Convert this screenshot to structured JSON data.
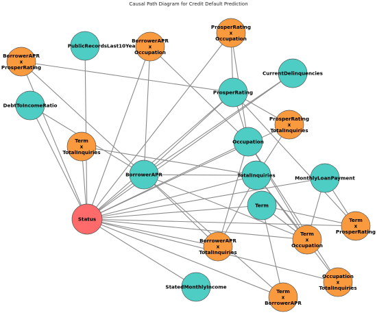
{
  "title": "Causal Path Diagram for Credit Default Prediction",
  "colors": {
    "status": "#ff6b6b",
    "interaction": "#f99a3e",
    "feature": "#4ecdc4",
    "edge": "#8a8a8a"
  },
  "nodes": [
    {
      "id": "status",
      "label": "Status",
      "kind": "status"
    },
    {
      "id": "borrowerapr",
      "label": "BorrowerAPR",
      "kind": "feature"
    },
    {
      "id": "prosperrating",
      "label": "ProsperRating",
      "kind": "feature"
    },
    {
      "id": "occupation",
      "label": "Occupation",
      "kind": "feature"
    },
    {
      "id": "totalinquiries",
      "label": "TotalInquiries",
      "kind": "feature"
    },
    {
      "id": "term",
      "label": "Term",
      "kind": "feature"
    },
    {
      "id": "publicrecords",
      "label": "PublicRecordsLast10Years",
      "kind": "feature"
    },
    {
      "id": "currentdelinq",
      "label": "CurrentDelinquencies",
      "kind": "feature"
    },
    {
      "id": "debttoincome",
      "label": "DebtToIncomeRatio",
      "kind": "feature"
    },
    {
      "id": "monthlyloan",
      "label": "MonthlyLoanPayment",
      "kind": "feature"
    },
    {
      "id": "statedincome",
      "label": "StatedMonthlyIncome",
      "kind": "feature"
    },
    {
      "id": "apr_x_rating",
      "label": "BorrowerAPR\nx\nProsperRating",
      "kind": "interaction"
    },
    {
      "id": "apr_x_occ",
      "label": "BorrowerAPR\nx\nOccupation",
      "kind": "interaction"
    },
    {
      "id": "rating_x_occ",
      "label": "ProsperRating\nx\nOccupation",
      "kind": "interaction"
    },
    {
      "id": "rating_x_inq",
      "label": "ProsperRating\nx\nTotalInquiries",
      "kind": "interaction"
    },
    {
      "id": "term_x_inq",
      "label": "Term\nx\nTotalInquiries",
      "kind": "interaction"
    },
    {
      "id": "term_x_rating",
      "label": "Term\nx\nProsperRating",
      "kind": "interaction"
    },
    {
      "id": "term_x_occ",
      "label": "Term\nx\nOccupation",
      "kind": "interaction"
    },
    {
      "id": "apr_x_inq",
      "label": "BorrowerAPR\nx\nTotalInquiries",
      "kind": "interaction"
    },
    {
      "id": "occ_x_inq",
      "label": "Occupation\nx\nTotalInquiries",
      "kind": "interaction"
    },
    {
      "id": "term_x_apr",
      "label": "Term\nx\nBorrowerAPR",
      "kind": "interaction"
    }
  ],
  "edges": [
    [
      "status",
      "apr_x_rating"
    ],
    [
      "status",
      "debttoincome"
    ],
    [
      "status",
      "publicrecords"
    ],
    [
      "status",
      "term_x_inq"
    ],
    [
      "status",
      "apr_x_occ"
    ],
    [
      "status",
      "rating_x_occ"
    ],
    [
      "status",
      "prosperrating"
    ],
    [
      "status",
      "currentdelinq"
    ],
    [
      "status",
      "borrowerapr"
    ],
    [
      "status",
      "occupation"
    ],
    [
      "status",
      "totalinquiries"
    ],
    [
      "status",
      "monthlyloan"
    ],
    [
      "status",
      "term"
    ],
    [
      "status",
      "term_x_rating"
    ],
    [
      "status",
      "term_x_occ"
    ],
    [
      "status",
      "apr_x_inq"
    ],
    [
      "status",
      "occ_x_inq"
    ],
    [
      "status",
      "term_x_apr"
    ],
    [
      "status",
      "statedincome"
    ],
    [
      "status",
      "rating_x_inq"
    ],
    [
      "apr_x_rating",
      "borrowerapr"
    ],
    [
      "apr_x_rating",
      "prosperrating"
    ],
    [
      "debttoincome",
      "borrowerapr"
    ],
    [
      "term_x_inq",
      "totalinquiries"
    ],
    [
      "apr_x_occ",
      "occupation"
    ],
    [
      "rating_x_occ",
      "prosperrating"
    ],
    [
      "prosperrating",
      "occupation"
    ],
    [
      "prosperrating",
      "rating_x_inq"
    ],
    [
      "prosperrating",
      "term_x_rating"
    ],
    [
      "currentdelinq",
      "borrowerapr"
    ],
    [
      "borrowerapr",
      "totalinquiries"
    ],
    [
      "borrowerapr",
      "apr_x_inq"
    ],
    [
      "borrowerapr",
      "term_x_occ"
    ],
    [
      "occupation",
      "term_x_occ"
    ],
    [
      "occupation",
      "occ_x_inq"
    ],
    [
      "occupation",
      "apr_x_inq"
    ],
    [
      "totalinquiries",
      "apr_x_inq"
    ],
    [
      "totalinquiries",
      "term_x_occ"
    ],
    [
      "totalinquiries",
      "occ_x_inq"
    ],
    [
      "totalinquiries",
      "rating_x_inq"
    ],
    [
      "term",
      "term_x_apr"
    ],
    [
      "term",
      "term_x_occ"
    ],
    [
      "term",
      "term_x_rating"
    ],
    [
      "borrowerapr",
      "term_x_apr"
    ],
    [
      "monthlyloan",
      "term_x_occ"
    ],
    [
      "monthlyloan",
      "term_x_rating"
    ],
    [
      "rating_x_occ",
      "occupation"
    ],
    [
      "apr_x_occ",
      "borrowerapr"
    ],
    [
      "prosperrating",
      "borrowerapr"
    ]
  ]
}
